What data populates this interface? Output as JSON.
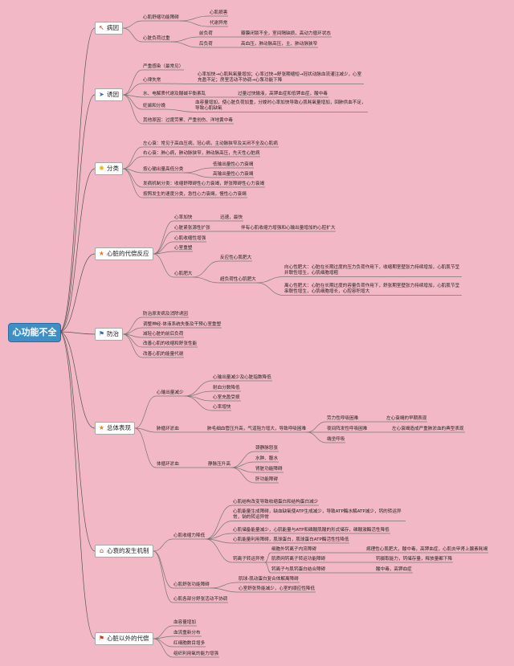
{
  "root": "心功能不全",
  "branches": [
    {
      "id": "b0",
      "label": "病因",
      "icon": "hand-pointer-icon",
      "glyph": "↖",
      "color": "#c0392b",
      "children": [
        {
          "text": "心肌舒缩功能障碍",
          "children": [
            {
              "text": "心肌损害"
            },
            {
              "text": "代谢异常"
            }
          ]
        },
        {
          "text": "心脏负荷过重",
          "children": [
            {
              "text": "前负荷",
              "children": [
                {
                  "text": "瓣膜闭锁不全，室间隔缺损，高动力循环状态"
                }
              ]
            },
            {
              "text": "后负荷",
              "children": [
                {
                  "text": "高血压，肺动脉高压，主、肺动脉狭窄"
                }
              ]
            }
          ]
        }
      ]
    },
    {
      "id": "b1",
      "label": "诱因",
      "icon": "send-icon",
      "glyph": "➤",
      "color": "#2e6fb0",
      "children": [
        {
          "text": "严重感染（最常见）"
        },
        {
          "text": "心律失常",
          "children": [
            {
              "text": "心率加快→心肌耗氧量增加；心率过快→舒张期缩短→冠状动脉血流灌注减少，心室充盈不足；房室活动不协调→心泵功能下降"
            }
          ]
        },
        {
          "text": "水、电解质代谢及酸碱平衡紊乱",
          "children": [
            {
              "text": "过量过快输液，高钾血症和低钾血症，酸中毒"
            }
          ]
        },
        {
          "text": "妊娠和分娩",
          "children": [
            {
              "text": "血容量增加，使心脏负荷加重，分娩时心率加快导致心肌耗氧量增加，回肺供血不足，导致心肌缺氧"
            }
          ]
        },
        {
          "text": "其他原因：过度劳累、严重创伤、洋地黄中毒"
        }
      ]
    },
    {
      "id": "b2",
      "label": "分类",
      "icon": "lightbulb-icon",
      "glyph": "✺",
      "color": "#e6b800",
      "children": [
        {
          "text": "左心衰：常见于高血压病，冠心病，主动脉狭窄及关闭不全及心肌病"
        },
        {
          "text": "右心衰：肺心病，肺动脉狭窄，肺动脉高压，先天性心脏病"
        },
        {
          "text": "按心输出量高低分类",
          "children": [
            {
              "text": "低输出量性心力衰竭"
            },
            {
              "text": "高输出量性心力衰竭"
            }
          ]
        },
        {
          "text": "发病机制分类：收缩舒障碍性心力衰竭，舒张障碍性心力衰竭"
        },
        {
          "text": "按照发生的速度分类，急性心力衰竭，慢性心力衰竭"
        }
      ]
    },
    {
      "id": "b3",
      "label": "心脏的代偿反应",
      "icon": "star-icon",
      "glyph": "★",
      "color": "#e67e22",
      "children": [
        {
          "text": "心率加快",
          "children": [
            {
              "text": "迅速，最快"
            }
          ]
        },
        {
          "text": "心脏紧张源性扩张",
          "children": [
            {
              "text": "伴有心肌收缩力增强和心输出量增加的心腔扩大"
            }
          ]
        },
        {
          "text": "心肌收缩性增强"
        },
        {
          "text": "心室重塑"
        },
        {
          "text": "心肌肥大",
          "children": [
            {
              "text": "反应性心肌肥大"
            },
            {
              "text": "超负荷性心肌肥大",
              "children": [
                {
                  "text": "向心性肥大：心脏在长期过度的压力负荷作用下，收缩期室壁张力持续增加，心肌肌节呈并联性增生，心肌细胞增粗"
                },
                {
                  "text": "离心性肥大：心脏在长期过度的容量负荷作用下，舒张期室壁张力持续增加，心肌肌节呈串联性增生，心肌细胞增长，心腔容积增大"
                }
              ]
            }
          ]
        }
      ]
    },
    {
      "id": "b4",
      "label": "防治",
      "icon": "flag-icon",
      "glyph": "⚑",
      "color": "#2e6fb0",
      "children": [
        {
          "text": "防治原发病及消除诱因"
        },
        {
          "text": "调整神经-体液系统失衡及干预心室重塑"
        },
        {
          "text": "减轻心脏的前后负荷"
        },
        {
          "text": "改善心肌的收缩和舒张性能"
        },
        {
          "text": "改善心肌的能量代谢"
        }
      ]
    },
    {
      "id": "b5",
      "label": "总体表现",
      "icon": "star-icon",
      "glyph": "★",
      "color": "#e67e22",
      "children": [
        {
          "text": "心输出量减少",
          "children": [
            {
              "text": "心输出量减少及心脏指数降低"
            },
            {
              "text": "射血分数降低"
            },
            {
              "text": "心室充盈受损"
            },
            {
              "text": "心率增快"
            }
          ]
        },
        {
          "text": "肺循环淤血",
          "children": [
            {
              "text": "肺毛细血管压升高，气道阻力增大，导致呼吸困难",
              "children": [
                {
                  "text": "劳力性呼吸困难",
                  "children": [
                    {
                      "text": "左心衰竭的早期表现"
                    }
                  ]
                },
                {
                  "text": "夜间阵发性呼吸困难",
                  "children": [
                    {
                      "text": "左心衰竭造成严重肺淤血的典型表现"
                    }
                  ]
                },
                {
                  "text": "端坐呼吸"
                }
              ]
            }
          ]
        },
        {
          "text": "体循环淤血",
          "children": [
            {
              "text": "静脉压升高",
              "children": [
                {
                  "text": "颈静脉怒张"
                },
                {
                  "text": "水肿、腹水"
                },
                {
                  "text": "肾脏功能障碍"
                },
                {
                  "text": "肝功能障碍"
                }
              ]
            }
          ]
        }
      ]
    },
    {
      "id": "b6",
      "label": "心衰的发生机制",
      "icon": "home-icon",
      "glyph": "⌂",
      "color": "#c0392b",
      "children": [
        {
          "text": "心肌收缩力降低",
          "children": [
            {
              "text": "心肌结构改变导致收缩蛋白和结构蛋白减少"
            },
            {
              "text": "心肌能量生成障碍，缺血缺氧使ATP生成减少，导致ATP酶水解ATP减少，钙的转运异常，钠的转运异常"
            },
            {
              "text": "心肌储备能量减少，心肌能量与ATP和磷酸肌酸的形式储存，磷酸激酶活性降低"
            },
            {
              "text": "心肌能量利用障碍，肌球蛋白，肌球蛋白ATP酶活性性降低"
            },
            {
              "text": "钙离子转运异常",
              "children": [
                {
                  "text": "细胞外钙离子内流障碍",
                  "children": [
                    {
                      "text": "病理性心肌肥大，酸中毒，高钾血症，心肌去甲肾上腺素耗竭"
                    }
                  ]
                },
                {
                  "text": "肌质网钙离子转运功能障碍",
                  "children": [
                    {
                      "text": "钙摄取能力，钙储存量，释放量都下降"
                    }
                  ]
                },
                {
                  "text": "钙离子与肌钙蛋白结合障碍",
                  "children": [
                    {
                      "text": "酸中毒，高钾血症"
                    }
                  ]
                }
              ]
            }
          ]
        },
        {
          "text": "心肌舒张功能障碍",
          "children": [
            {
              "text": "肌球-肌动蛋白复合体解离障碍"
            },
            {
              "text": "心室舒张势能减少，心室的顺应性降低"
            }
          ]
        },
        {
          "text": "心肌各部分舒张活动不协调"
        }
      ]
    },
    {
      "id": "b7",
      "label": "心脏以外的代偿",
      "icon": "flag-icon",
      "glyph": "⚑",
      "color": "#c0392b",
      "children": [
        {
          "text": "血容量增加"
        },
        {
          "text": "血流重新分布"
        },
        {
          "text": "红细胞数目增多"
        },
        {
          "text": "组织利用氧的能力增强"
        }
      ]
    }
  ]
}
